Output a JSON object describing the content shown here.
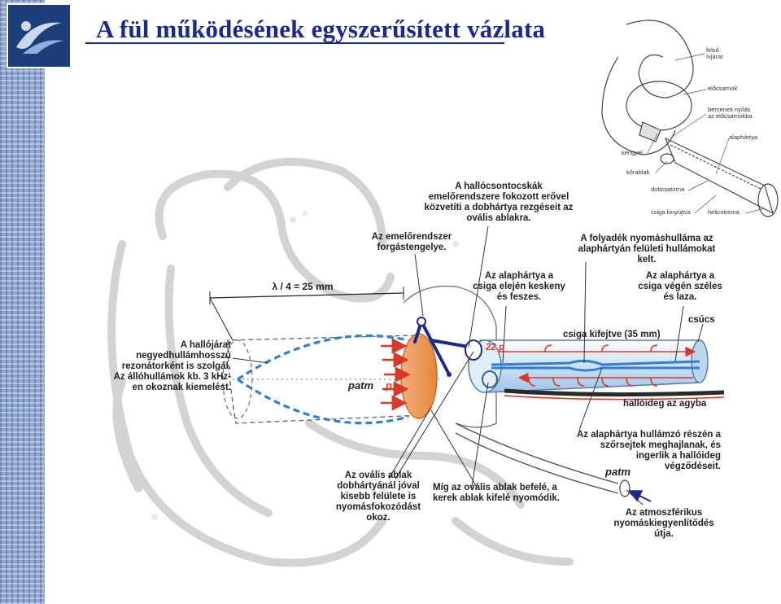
{
  "title": "A fül működésének egyszerűsített vázlata",
  "colors": {
    "title": "#1a2a8c",
    "wave": "#2f7fd6",
    "arrow": "#d83a2a",
    "tube": "#cfe3f7",
    "nerve": "#2a2a2a"
  },
  "labels": {
    "ossicle_lever": "A hallócsontocskák\nemelőrendszere fokozott erővel\nközvetíti a dobhártya rezgéseit az\novális ablakra.",
    "pivot_axis": "Az emelőrendszer\nforgástengelye.",
    "wave_in_fluid": "A folyadék nyomáshulláma az\nalaphártyán  felületi hullámokat\nkelt.",
    "membrane_start": "Az alaphártya a\ncsiga elején keskeny\nés feszes.",
    "membrane_end": "Az alaphártya a\ncsiga végén széles\nés laza.",
    "quarter_wave": "λ / 4 = 25 mm",
    "ear_canal": "A hallójárat\nnegyedhullámhosszú\nrezonátorként is szolgál.\nAz állóhullámok kb. 3 kHz-\nen okoznak kiemelést.",
    "cochlea_extended": "csiga   kifejtve (35 mm)",
    "apex": "csúcs",
    "pressure_22p": "22 p",
    "p_atm_left": "patm",
    "p_left": "p",
    "auditory_nerve": "hallóideg az agyba",
    "hair_cells": "Az alaphártya hullámzó részén a\nszőrsejtek meghajlanak, és\ningerlik a hallóideg\nvégződéseit.",
    "p_atm_tube": "patm",
    "oval_window": "Az ovális ablak\ndobhártyánál jóval\nkisebb felülete is\nnyomásfokozódást\nokoz.",
    "round_window": "Míg az ovális ablak befelé, a\nkerek ablak kifelé nyomódik.",
    "equalization": "Az atmoszférikus\nnyomáskiegyenlítődés\nútja."
  },
  "inset_labels": {
    "upper_canal": "felső\nívjárat",
    "vestibule": "előcsarnok",
    "entrance": "bemeneti nyílás\naz előcsarnokba",
    "basilar": "alaphártya",
    "stapes": "kengyel",
    "round": "kőrablak",
    "tympanic": "dobcsatorna",
    "extension": "csiga kinyújtva",
    "helicotrema": "helicotrema"
  }
}
